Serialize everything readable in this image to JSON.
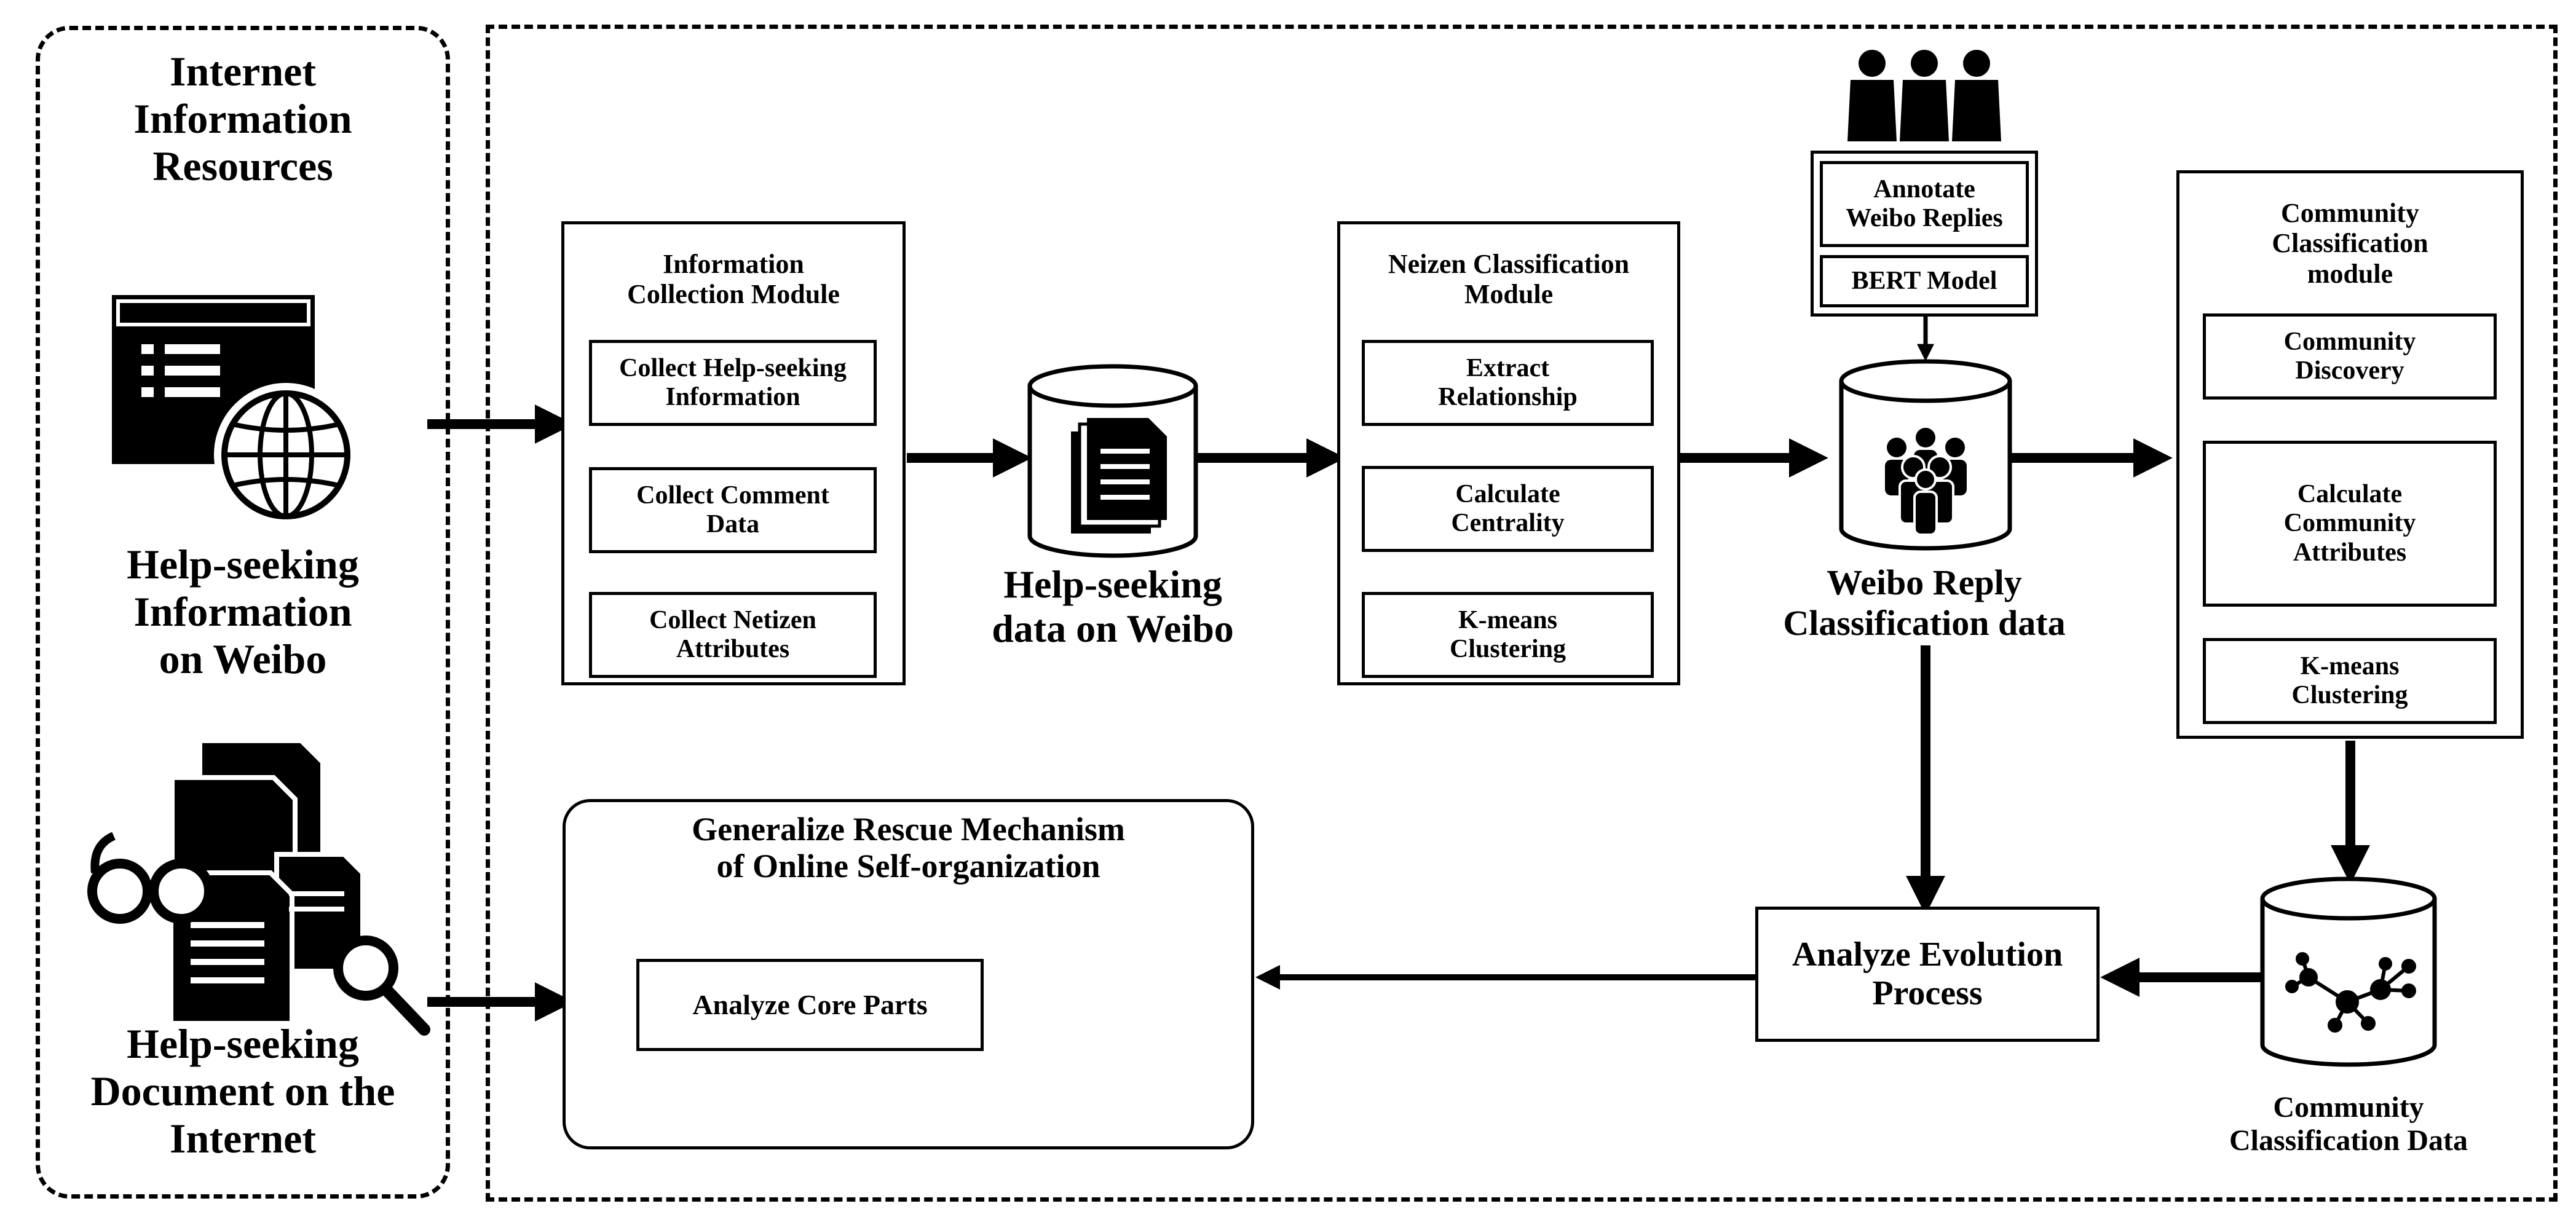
{
  "left_panel": {
    "title": "Internet\nInformation\nResources",
    "source_weibo_label": "Help-seeking\nInformation\non Weibo",
    "source_document_label": "Help-seeking\nDocument on the\nInternet"
  },
  "info_collection": {
    "title": "Information\nCollection Module",
    "steps": [
      "Collect Help-seeking\nInformation",
      "Collect Comment\nData",
      "Collect Netizen\nAttributes"
    ]
  },
  "weibo_data": {
    "label": "Help-seeking\ndata on Weibo"
  },
  "netizen_module": {
    "title": "Neizen Classification\nModule",
    "steps": [
      "Extract\nRelationship",
      "Calculate\nCentrality",
      "K-means\nClustering"
    ]
  },
  "annotation": {
    "annotate": "Annotate\nWeibo Replies",
    "bert": "BERT Model"
  },
  "reply_data": {
    "label": "Weibo Reply\nClassification data"
  },
  "community_module": {
    "title": "Community\nClassification\nmodule",
    "steps": [
      "Community\nDiscovery",
      "Calculate\nCommunity\nAttributes",
      "K-means\nClustering"
    ]
  },
  "community_data": {
    "label": "Community\nClassification Data"
  },
  "evolution": {
    "label": "Analyze Evolution\nProcess"
  },
  "rescue": {
    "title": "Generalize Rescue Mechanism\nof Online Self-organization",
    "core_parts": "Analyze Core Parts"
  },
  "icons": [
    "browser-globe-icon",
    "documents-magnifier-icon",
    "people-icon",
    "documents-icon",
    "group-icon",
    "network-icon",
    "cycle-icon"
  ]
}
